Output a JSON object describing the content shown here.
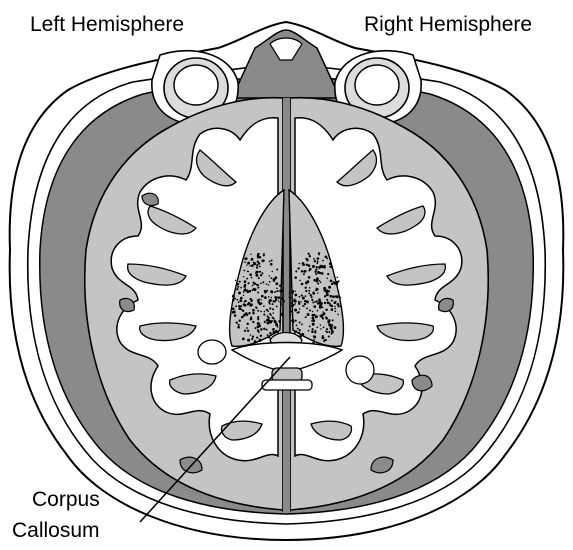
{
  "labels": {
    "left_hemisphere": "Left Hemisphere",
    "right_hemisphere": "Right Hemisphere",
    "corpus_line1": "Corpus",
    "corpus_line2": "Callosum"
  },
  "colors": {
    "skull": "#ffffff",
    "outline": "#000000",
    "dark_fill": "#8a8a8a",
    "gray_matter": "#c4c4c4",
    "white_matter": "#ffffff",
    "ventricle_light": "#dcdcdc"
  },
  "icons": [
    "skull-outline",
    "eye-socket",
    "brain-cortex",
    "ventricle-stipple"
  ]
}
